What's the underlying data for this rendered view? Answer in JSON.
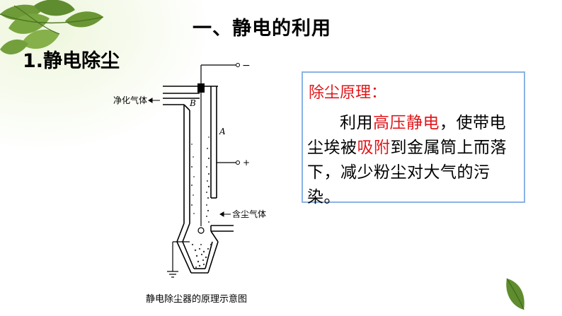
{
  "slide": {
    "title": "一、静电的利用",
    "section_title": "1.静电除尘"
  },
  "diagram": {
    "label_clean_gas": "净化气体",
    "label_dusty_gas": "含尘气体",
    "label_a": "A",
    "label_b": "B",
    "terminal_negative": "−",
    "terminal_positive": "+",
    "caption": "静电除尘器的原理示意图"
  },
  "info_box": {
    "heading": "除尘原理：",
    "body": {
      "t1": "利用",
      "h1": "高压静电",
      "t2": "，使带电尘埃被",
      "h2": "吸附",
      "t3": "到金属筒上而落下，减少粉尘对大气的污染。"
    }
  },
  "colors": {
    "highlight": "#e0171b",
    "box_border": "#8ab3e6",
    "leaf_green": "#5f8c2e"
  }
}
